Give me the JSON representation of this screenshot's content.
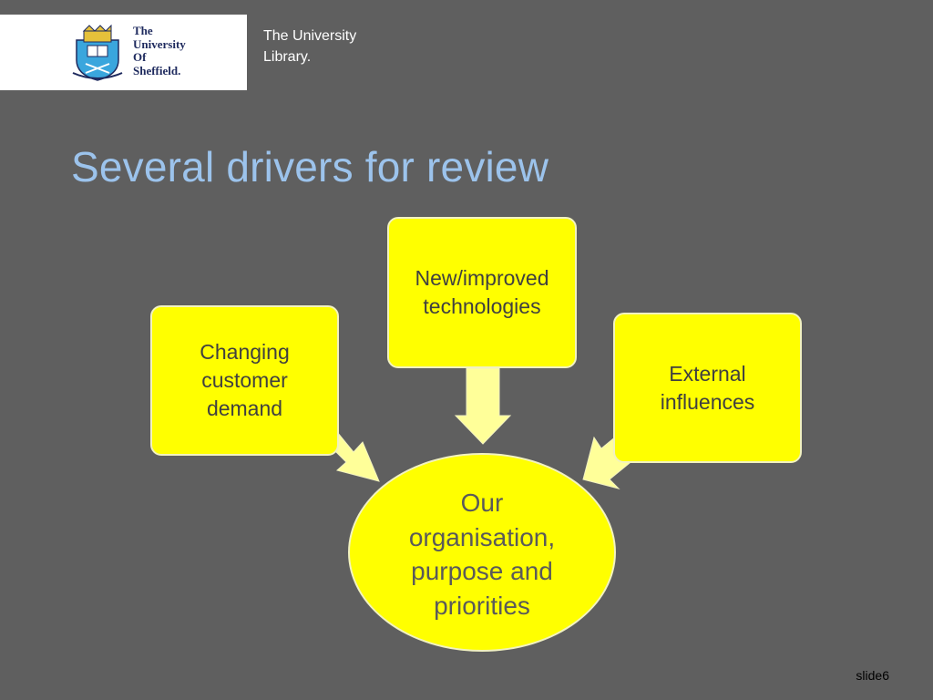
{
  "header": {
    "logo": {
      "icon": "university-crest-icon",
      "lines": [
        "The",
        "University",
        "Of",
        "Sheffield."
      ]
    },
    "library_lines": [
      "The University",
      "Library."
    ]
  },
  "title": "Several drivers for review",
  "diagram": {
    "drivers": [
      {
        "id": "tech",
        "lines": [
          "New/improved",
          "technologies"
        ]
      },
      {
        "id": "demand",
        "lines": [
          "Changing",
          "customer",
          "demand"
        ]
      },
      {
        "id": "external",
        "lines": [
          "External",
          "influences"
        ]
      }
    ],
    "center": {
      "lines": [
        "Our",
        "organisation,",
        "purpose and",
        "priorities"
      ]
    },
    "colors": {
      "box_fill": "#ffff00",
      "arrow_fill": "#ffff99",
      "background": "#5f5f5f",
      "title": "#9cc3ec"
    }
  },
  "footer": {
    "slide_number": "slide6"
  }
}
